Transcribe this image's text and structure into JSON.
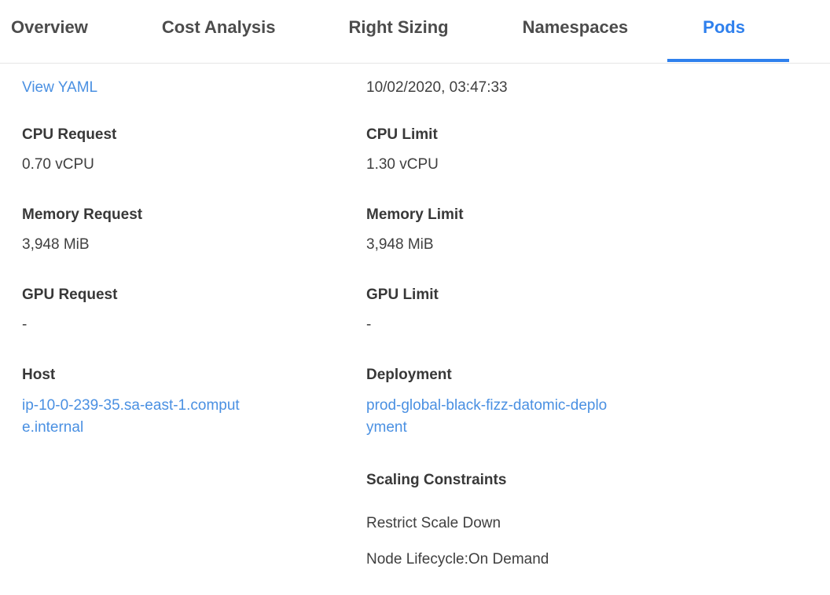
{
  "tabs": [
    {
      "label": "Overview",
      "active": false
    },
    {
      "label": "Cost Analysis",
      "active": false
    },
    {
      "label": "Right Sizing",
      "active": false
    },
    {
      "label": "Namespaces",
      "active": false
    },
    {
      "label": "Pods",
      "active": true
    }
  ],
  "colors": {
    "active_tab_blue": "#2f80ed",
    "link_blue": "#4a90e2",
    "label_text": "#383838",
    "value_text": "#3f3f3f",
    "inactive_tab_text": "#4c4c4c",
    "tabbar_border": "#e5e5e5"
  },
  "pod_details": {
    "view_yaml": "View YAML",
    "timestamp": "10/02/2020, 03:47:33",
    "cpu_request": {
      "label": "CPU Request",
      "value": "0.70 vCPU"
    },
    "cpu_limit": {
      "label": "CPU Limit",
      "value": "1.30 vCPU"
    },
    "memory_request": {
      "label": "Memory Request",
      "value": "3,948 MiB"
    },
    "memory_limit": {
      "label": "Memory Limit",
      "value": "3,948 MiB"
    },
    "gpu_request": {
      "label": "GPU Request",
      "value": "-"
    },
    "gpu_limit": {
      "label": "GPU Limit",
      "value": "-"
    },
    "host": {
      "label": "Host",
      "value": "ip-10-0-239-35.sa-east-1.compute.internal"
    },
    "deployment": {
      "label": "Deployment",
      "value": "prod-global-black-fizz-datomic-deployment"
    },
    "scaling_constraints": {
      "label": "Scaling Constraints",
      "items": [
        "Restrict Scale Down",
        "Node Lifecycle:On Demand"
      ]
    }
  }
}
